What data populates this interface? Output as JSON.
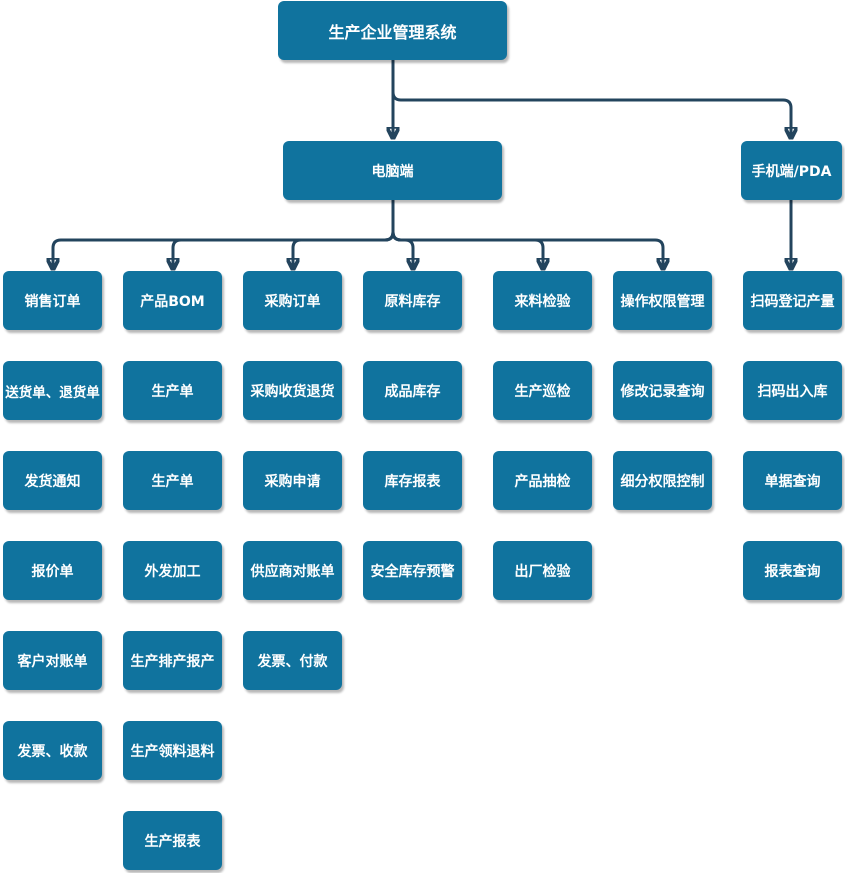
{
  "diagram": {
    "root": "生产企业管理系统",
    "branches": {
      "pc": "电脑端",
      "mobile": "手机端/PDA"
    },
    "pc_columns": [
      {
        "header": "销售订单",
        "items": [
          "送货单、退货单",
          "发货通知",
          "报价单",
          "客户对账单",
          "发票、收款"
        ]
      },
      {
        "header": "产品BOM",
        "items": [
          "生产单",
          "生产单",
          "外发加工",
          "生产排产报产",
          "生产领料退料",
          "生产报表"
        ]
      },
      {
        "header": "采购订单",
        "items": [
          "采购收货退货",
          "采购申请",
          "供应商对账单",
          "发票、付款"
        ]
      },
      {
        "header": "原料库存",
        "items": [
          "成品库存",
          "库存报表",
          "安全库存预警"
        ]
      },
      {
        "header": "来料检验",
        "items": [
          "生产巡检",
          "产品抽检",
          "出厂检验"
        ]
      },
      {
        "header": "操作权限管理",
        "items": [
          "修改记录查询",
          "细分权限控制"
        ]
      }
    ],
    "mobile_column": {
      "header": "扫码登记产量",
      "items": [
        "扫码出入库",
        "单据查询",
        "报表查询"
      ]
    },
    "colors": {
      "node_fill": "#10739e",
      "node_text": "#ffffff",
      "connector": "#23445d"
    }
  }
}
